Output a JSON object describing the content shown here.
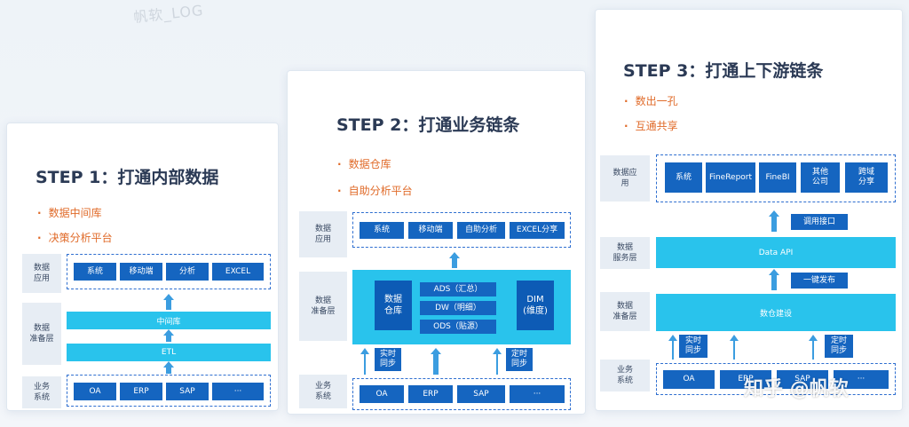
{
  "watermark_top": "帆软_LOG",
  "watermark_zhihu": "知乎 @帆软",
  "step1": {
    "title": "STEP 1：打通内部数据",
    "bullets": [
      "数据中间库",
      "决策分析平台"
    ],
    "layers": {
      "app": "数据\n应用",
      "prep": "数据\n准备层",
      "biz": "业务\n系统"
    },
    "app_items": [
      "系统",
      "移动端",
      "分析",
      "EXCEL"
    ],
    "middle_bar": "中间库",
    "etl_bar": "ETL",
    "biz_items": [
      "OA",
      "ERP",
      "SAP",
      "···"
    ]
  },
  "step2": {
    "title": "STEP 2：打通业务链条",
    "bullets": [
      "数据仓库",
      "自助分析平台"
    ],
    "layers": {
      "app": "数据\n应用",
      "prep": "数据\n准备层",
      "biz": "业务\n系统"
    },
    "app_items": [
      "系统",
      "移动端",
      "自助分析",
      "EXCEL分享"
    ],
    "warehouse": "数据\n仓库",
    "ads": "ADS（汇总）",
    "dw": "DW（明细）",
    "ods": "ODS（贴源）",
    "dim": "DIM\n(维度)",
    "realtime": "实时\n同步",
    "scheduled": "定时\n同步",
    "biz_items": [
      "OA",
      "ERP",
      "SAP",
      "···"
    ]
  },
  "step3": {
    "title": "STEP 3：打通上下游链条",
    "bullets": [
      "数出一孔",
      "互通共享"
    ],
    "layers": {
      "app": "数据应\n用",
      "service": "数据\n服务层",
      "prep": "数据\n准备层",
      "biz": "业务\n系统"
    },
    "app_items": [
      "系统",
      "FineReport",
      "FineBI",
      "其他\n公司",
      "跨域\n分享"
    ],
    "api_call": "调用接口",
    "data_api": "Data API",
    "publish": "一键发布",
    "warehouse_build": "数仓建设",
    "realtime": "实时\n同步",
    "scheduled": "定时\n同步",
    "biz_items": [
      "OA",
      "ERP",
      "SAP",
      "···"
    ]
  }
}
